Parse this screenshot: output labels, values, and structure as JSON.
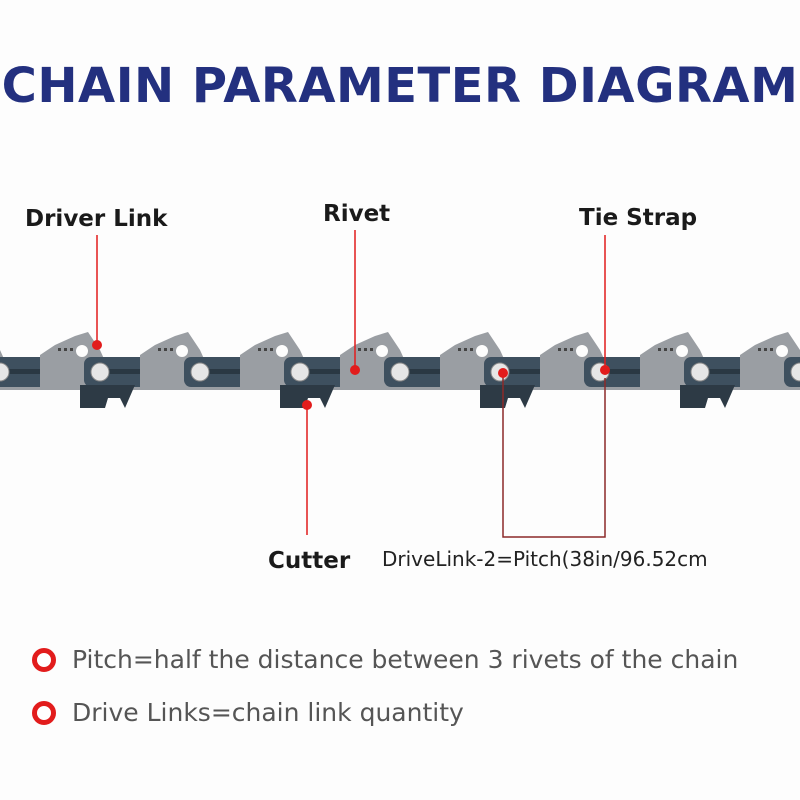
{
  "title": "CHAIN PARAMETER DIAGRAM",
  "labels": {
    "driver_link": "Driver Link",
    "rivet": "Rivet",
    "tie_strap": "Tie Strap",
    "cutter": "Cutter"
  },
  "formula": "DriveLink-2=Pitch(38in/96.52cm",
  "notes": [
    "Pitch=half the distance between 3 rivets of the chain",
    "Drive Links=chain link quantity"
  ],
  "colors": {
    "title": "#23307f",
    "accent": "#e21c1c",
    "plate": "#3e505f",
    "tooth": "#9a9ea3"
  }
}
